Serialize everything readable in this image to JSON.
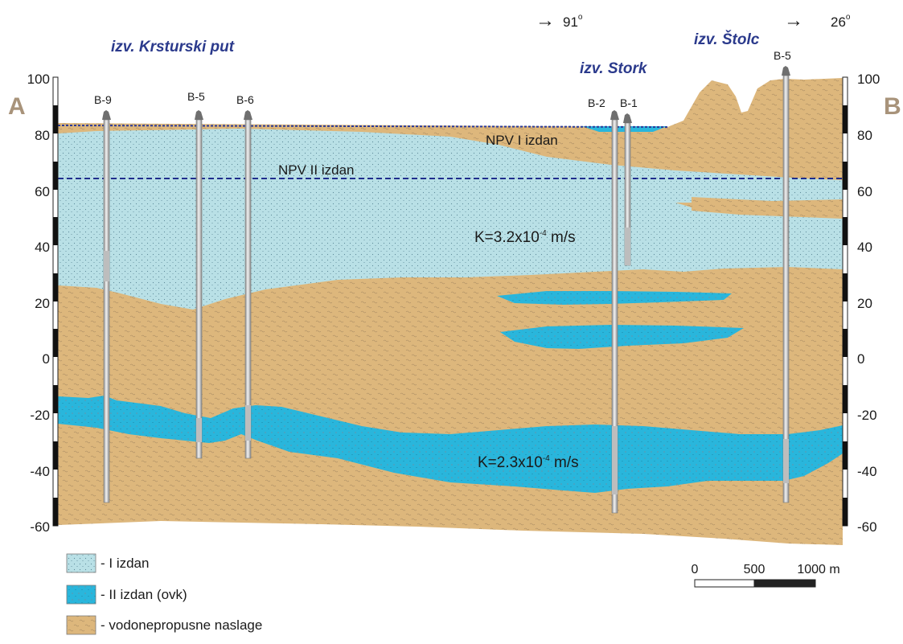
{
  "ends": {
    "left": "A",
    "right": "B"
  },
  "direction_labels": [
    {
      "arrow": "→",
      "text": "91",
      "sup": "o"
    },
    {
      "arrow": "→",
      "text": "26",
      "sup": "o"
    }
  ],
  "sites": [
    "izv. Krsturski put",
    "izv. Stork",
    "izv. Štolc"
  ],
  "boreholes": [
    "B-9",
    "B-5",
    "B-6",
    "B-2",
    "B-1",
    "B-5"
  ],
  "water_levels": {
    "first": "NPV I izdan",
    "second": "NPV II izdan"
  },
  "conductivity": [
    {
      "prefix": "K=3.2x10",
      "exp": "-4",
      "unit": " m/s"
    },
    {
      "prefix": "K=2.3x10",
      "exp": "-4",
      "unit": " m/s"
    }
  ],
  "y_axis": {
    "ticks": [
      "100",
      "80",
      "60",
      "40",
      "20",
      "0",
      "-20",
      "-40",
      "-60"
    ]
  },
  "legend": [
    "- I izdan",
    "- II izdan (ovk)",
    "- vodonepropusne naslage"
  ],
  "scale_bar": {
    "labels": [
      "0",
      "500",
      "1000 m"
    ]
  },
  "colors": {
    "tan": "#ddb77c",
    "light_aquifer": "#b9e0e6",
    "deep_aquifer": "#29b6dc",
    "water_level": "#1f2d8c"
  }
}
